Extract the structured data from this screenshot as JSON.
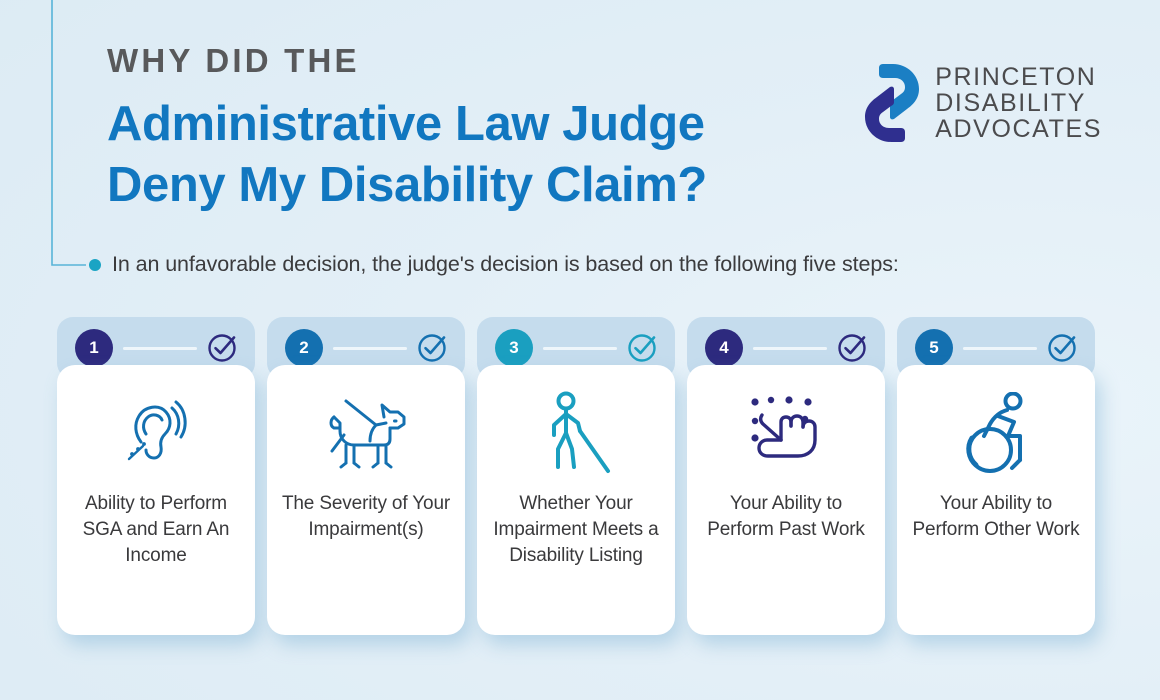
{
  "header": {
    "kicker": "WHY DID THE",
    "headline_line1": "Administrative Law Judge",
    "headline_line2": "Deny My Disability Claim?",
    "subtitle": "In an unfavorable decision, the judge's decision is based on the following five steps:"
  },
  "logo": {
    "line1": "PRINCETON",
    "line2": "DISABILITY",
    "line3": "ADVOCATES",
    "mark_color_blue": "#1b7fc4",
    "mark_color_navy": "#2f2f8f"
  },
  "colors": {
    "background": "#e4f0f7",
    "headline_blue": "#1177c0",
    "kicker_grey": "#58595b",
    "subtitle_grey": "#3b3b3d",
    "pill_bg": "#c5dced",
    "card_bg": "#ffffff",
    "accent_teal": "#1ba4c4"
  },
  "steps": [
    {
      "number": "1",
      "label": "Ability to Perform SGA and Earn An Income",
      "icon": "ear-hearing-icon",
      "color": "#2d2a7e"
    },
    {
      "number": "2",
      "label": "The Severity of Your Impairment(s)",
      "icon": "guide-dog-icon",
      "color": "#1470b0"
    },
    {
      "number": "3",
      "label": "Whether Your Impairment Meets a Disability Listing",
      "icon": "person-with-cane-icon",
      "color": "#1a9fc0"
    },
    {
      "number": "4",
      "label": "Your Ability to Perform Past Work",
      "icon": "braille-hand-icon",
      "color": "#2d2a7e"
    },
    {
      "number": "5",
      "label": "Your Ability to Perform Other Work",
      "icon": "wheelchair-icon",
      "color": "#1470b0"
    }
  ]
}
